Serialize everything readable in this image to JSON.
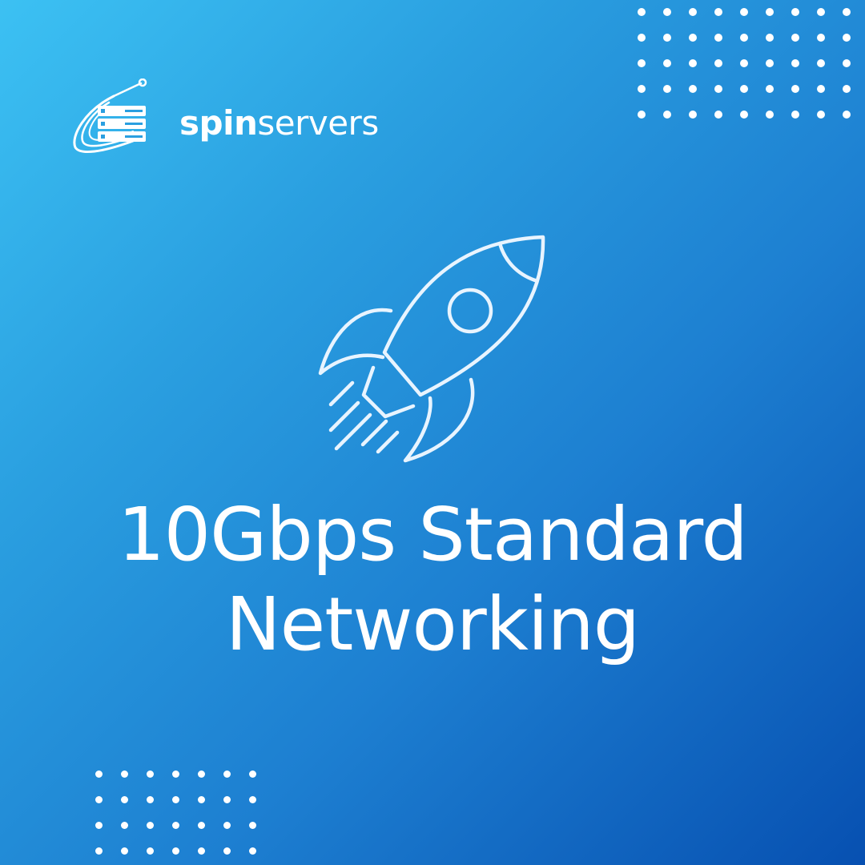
{
  "brand": {
    "name_bold": "spin",
    "name_regular": "servers",
    "logo_icon": "server-rack-swoosh-icon"
  },
  "hero": {
    "icon": "rocket-icon",
    "headline_line1": "10Gbps Standard",
    "headline_line2": "Networking"
  },
  "colors": {
    "gradient_start": "#3cc1f3",
    "gradient_mid": "#1d7fd1",
    "gradient_end": "#0750b1",
    "foreground": "#ffffff"
  },
  "decorations": {
    "top_right_dots": {
      "columns": 9,
      "rows": 5
    },
    "bottom_left_dots": {
      "columns": 7,
      "rows": 4
    }
  }
}
